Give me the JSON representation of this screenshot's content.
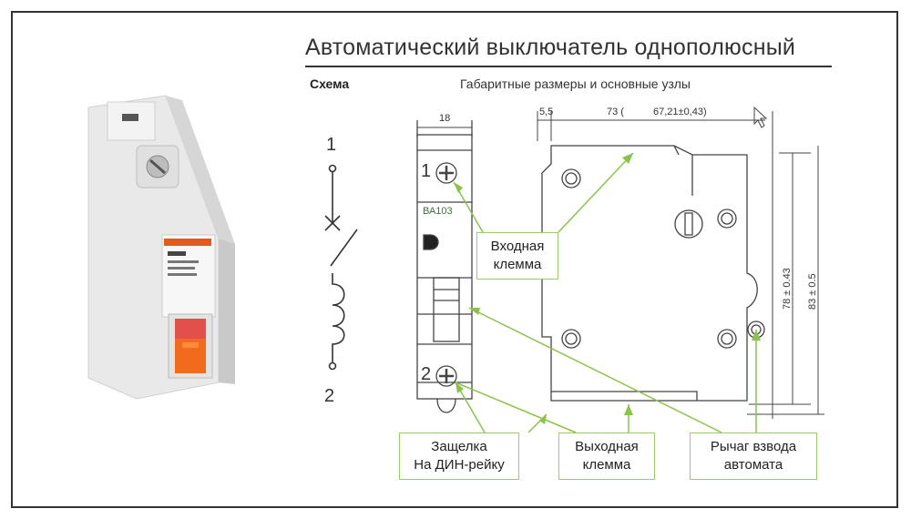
{
  "title": "Автоматический выключатель однополюсный",
  "scheme_label": "Схема",
  "subtitle": "Габаритные размеры и основные узлы",
  "schematic": {
    "top_num": "1",
    "bottom_num": "2"
  },
  "front_view": {
    "width_dim": "18",
    "terminal_top": "1",
    "terminal_bottom": "2",
    "model": "ВА103"
  },
  "side_view": {
    "dim_offset": "5,5",
    "dim_depth": "73 (",
    "dim_depth2": "67,21±0,43)",
    "dim_height1": "78 ± 0.43",
    "dim_height2": "83 ± 0.5"
  },
  "callouts": {
    "input_terminal": [
      "Входная",
      "клемма"
    ],
    "din_latch": [
      "Защелка",
      "На ДИН-рейку"
    ],
    "output_terminal": [
      "Выходная",
      "клемма"
    ],
    "cocking_lever": [
      "Рычаг взвода",
      "автомата"
    ]
  },
  "colors": {
    "leader": "#8bc34a",
    "box_border": "#9ccc65",
    "breaker_orange": "#f26a1b"
  }
}
